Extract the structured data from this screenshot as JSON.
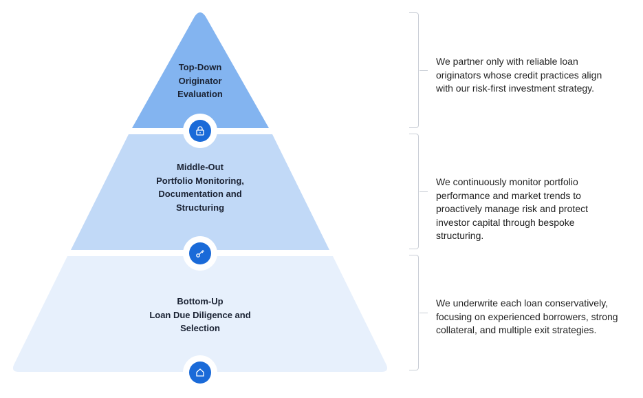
{
  "tiers": [
    {
      "id": "top",
      "color": "#83b4f0",
      "title_lines": [
        "Top-Down",
        "Originator",
        "Evaluation"
      ],
      "icon": "lock-icon",
      "description_lines": [
        "We partner only with reliable loan",
        "originators whose credit practices align",
        "with our risk-first investment strategy."
      ]
    },
    {
      "id": "middle",
      "color": "#c1d9f7",
      "title_lines": [
        "Middle-Out",
        "Portfolio Monitoring,",
        "Documentation and",
        "Structuring"
      ],
      "icon": "key-icon",
      "description_lines": [
        "We continuously monitor portfolio",
        "performance and market trends to",
        "proactively manage risk and protect",
        "investor capital through bespoke",
        "structuring."
      ]
    },
    {
      "id": "bottom",
      "color": "#e7f0fc",
      "title_lines": [
        "Bottom-Up",
        "Loan Due Diligence and",
        "Selection"
      ],
      "icon": "home-icon",
      "description_lines": [
        "We underwrite each loan conservatively,",
        "focusing on experienced borrowers, strong",
        "collateral, and multiple exit strategies."
      ]
    }
  ],
  "colors": {
    "icon_circle": "#1a6ad8",
    "bracket": "#c9ced6",
    "label_text": "#1a2233"
  }
}
